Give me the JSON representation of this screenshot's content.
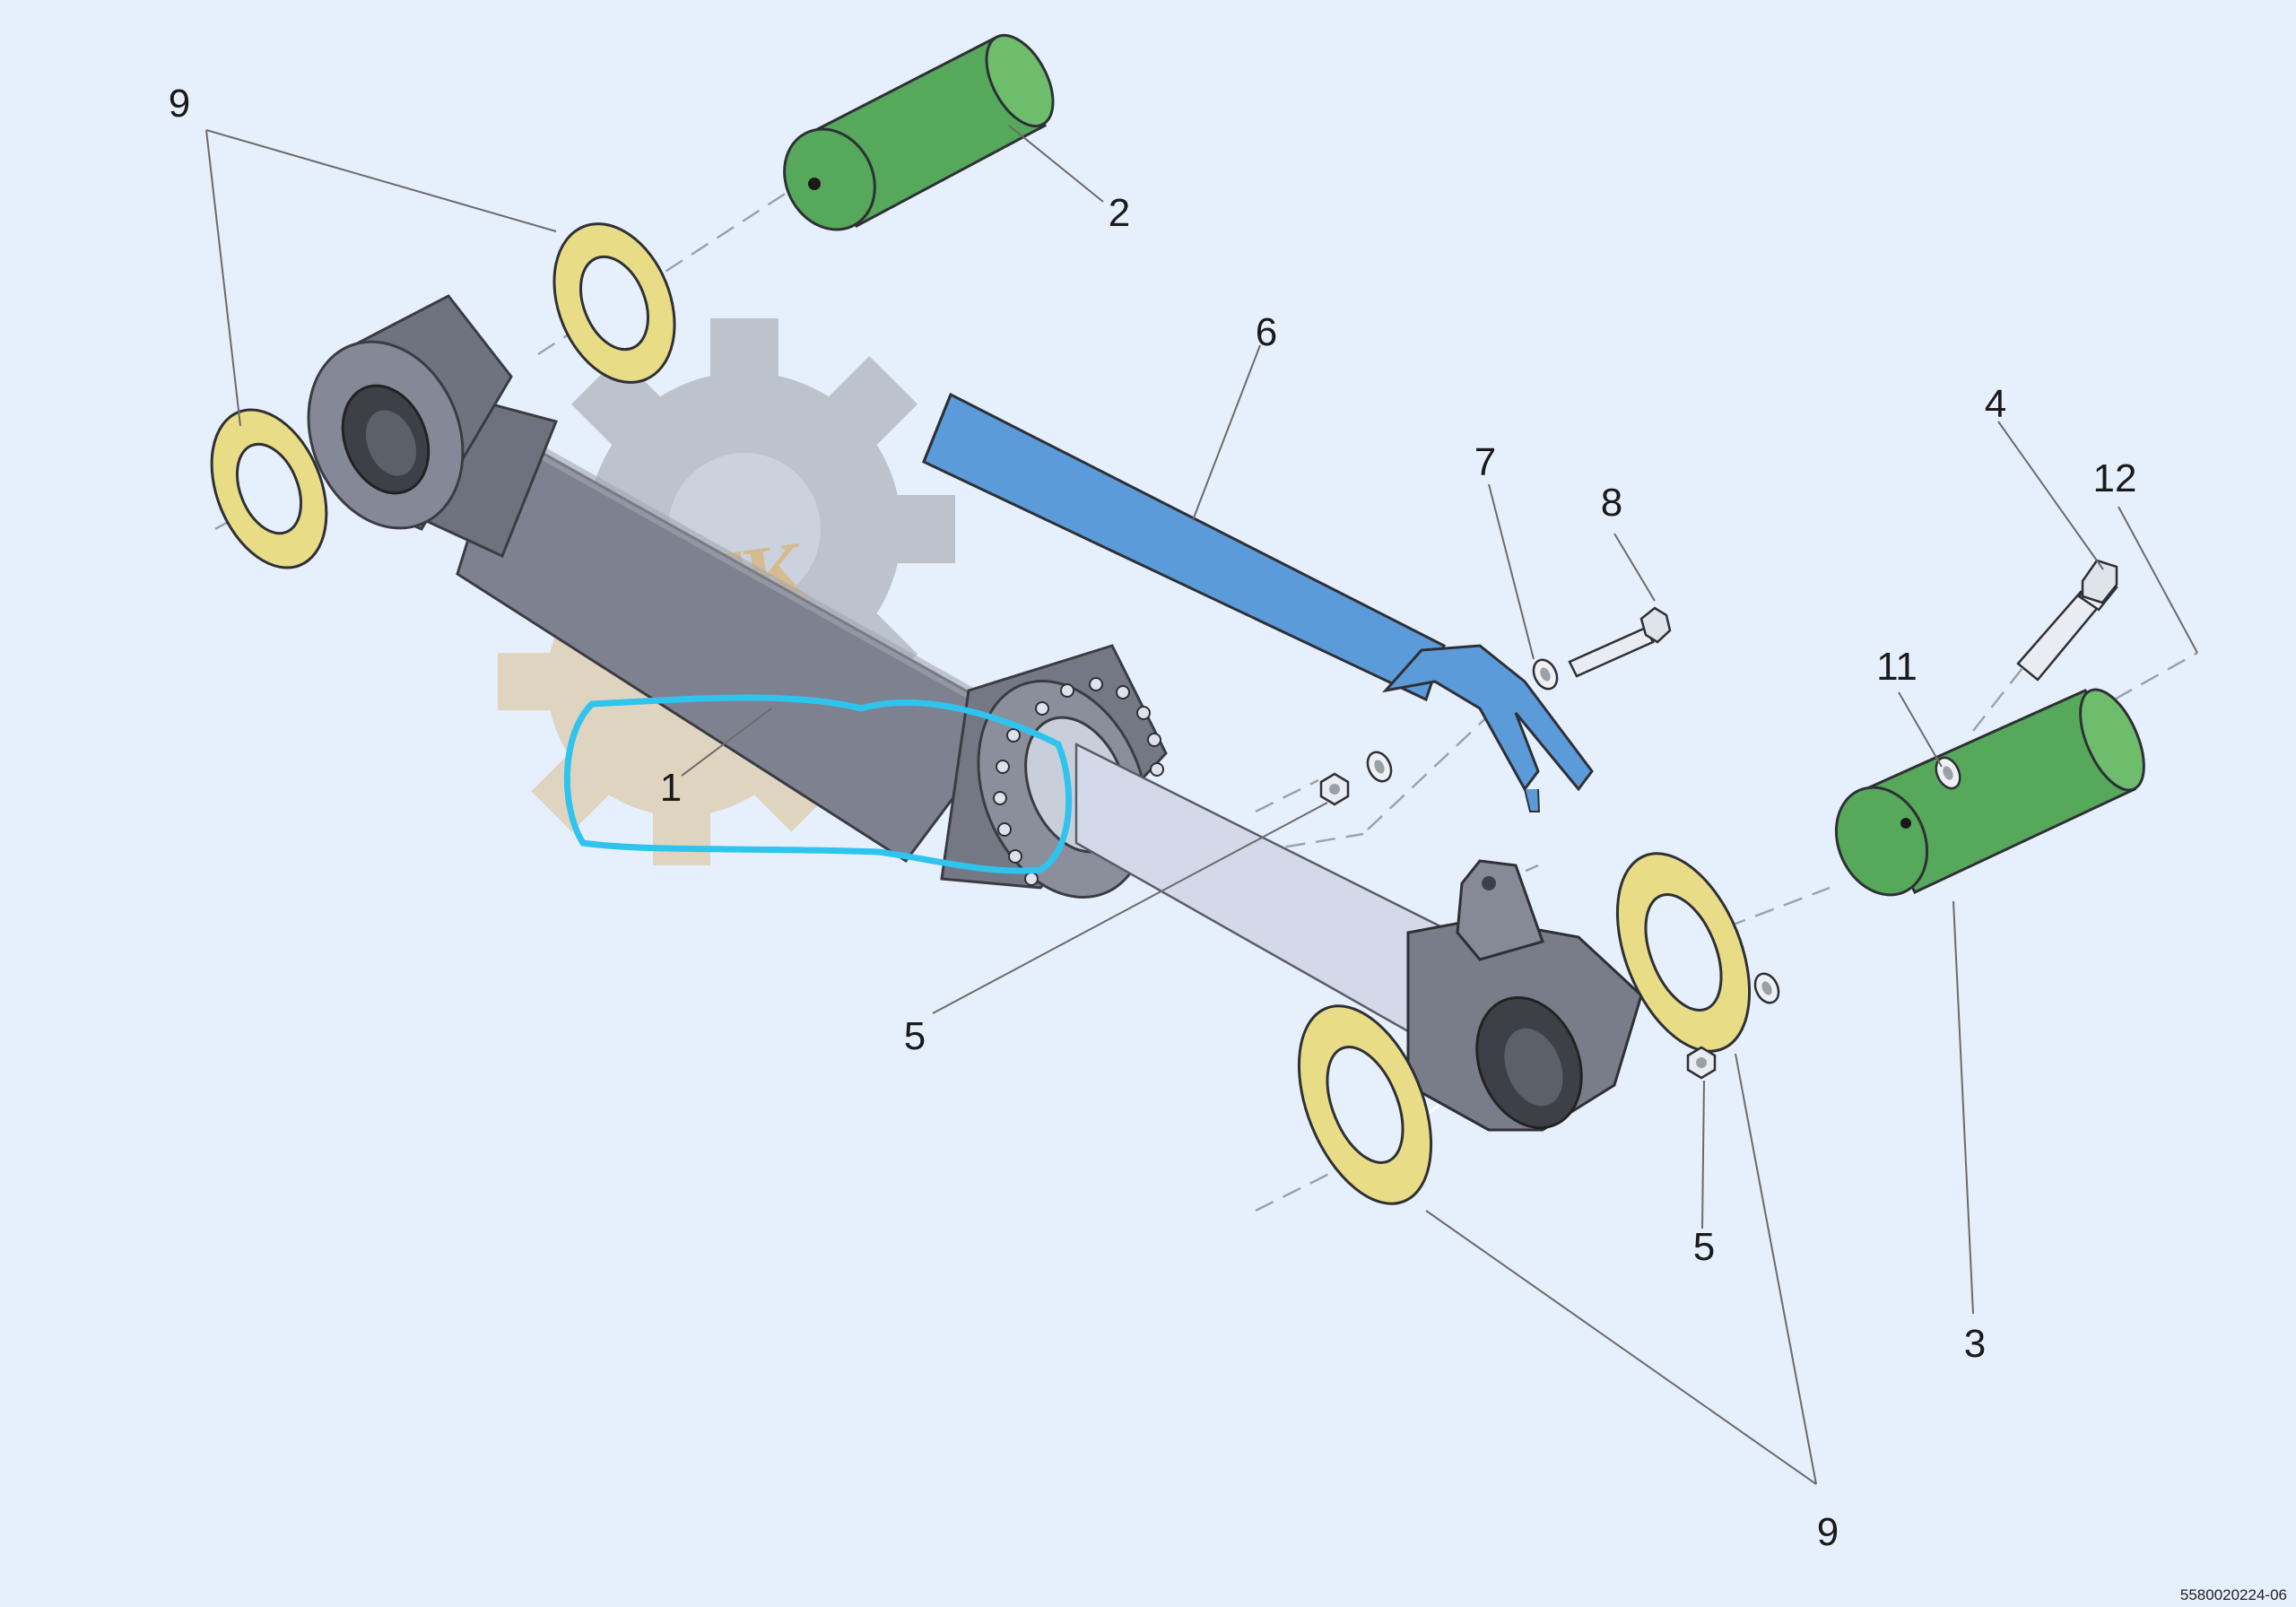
{
  "callouts": {
    "c1": "1",
    "c2": "2",
    "c3": "3",
    "c4": "4",
    "c5a": "5",
    "c5b": "5",
    "c6": "6",
    "c7": "7",
    "c8": "8",
    "c9a": "9",
    "c9b": "9",
    "c11": "11",
    "c12": "12"
  },
  "drawing_id": "5580020224-06",
  "watermark_text": "МТК",
  "colors": {
    "background": "#e6effc",
    "cylinder": "#7e8290",
    "rod": "#d3d9e8",
    "washer": "#e9dc86",
    "pin": "#56a85a",
    "guard": "#5b9bd9",
    "highlight": "#2ec4ee"
  }
}
